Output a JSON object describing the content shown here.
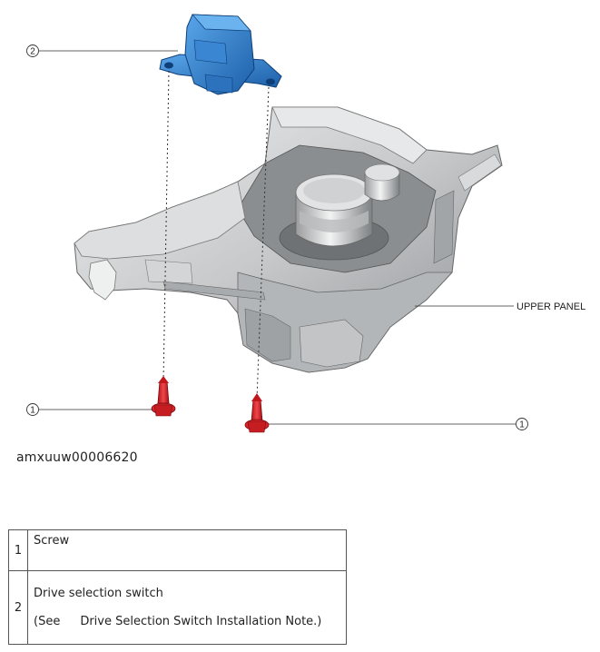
{
  "callouts": {
    "top_left": "2",
    "bottom_left": "1",
    "bottom_right": "1"
  },
  "panel_label": "UPPER PANEL",
  "image_id": "amxuuw00006620",
  "legend": {
    "rows": [
      {
        "num": "1",
        "text": "Screw"
      },
      {
        "num": "2",
        "text": "Drive selection switch",
        "see": "(See",
        "note": "Drive Selection Switch Installation Note.)"
      }
    ]
  },
  "colors": {
    "switch": "#2f7fd0",
    "screw": "#d8262b",
    "panel": "#c9cbcd"
  }
}
